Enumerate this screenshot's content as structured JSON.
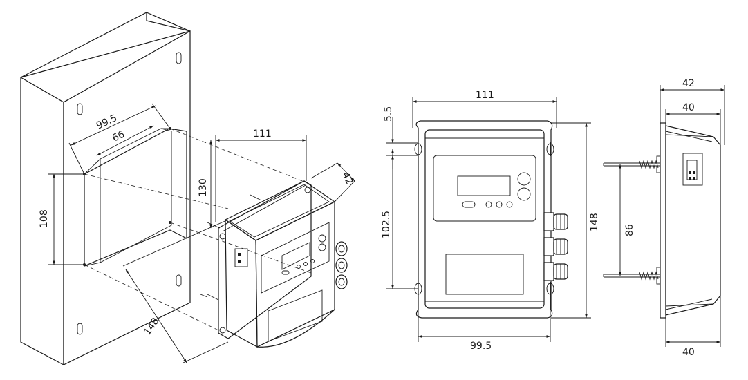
{
  "dimensions": {
    "iso_bracket_width_outer": "99.5",
    "iso_bracket_width_inner": "66",
    "iso_bracket_height": "108",
    "iso_unit_width": "111",
    "iso_unit_height": "130",
    "iso_unit_depth": "42",
    "iso_diagonal": "148",
    "front_width_top": "111",
    "front_width_bottom": "99.5",
    "front_tab_offset": "5.5",
    "front_hole_spacing": "102.5",
    "front_height": "148",
    "side_depth_outer": "42",
    "side_depth_inner": "40",
    "side_stud_spacing": "86",
    "side_bottom_depth": "40"
  }
}
